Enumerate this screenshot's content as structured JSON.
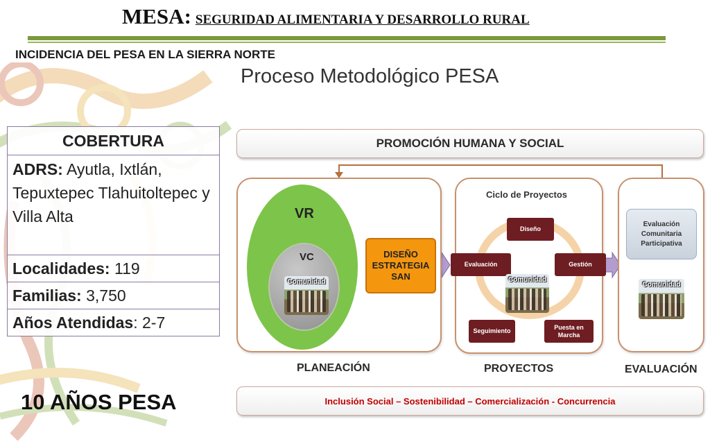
{
  "header": {
    "title_main": "MESA:",
    "title_sub": "SEGURIDAD ALIMENTARIA Y DESARROLLO RURAL",
    "subtitle": "INCIDENCIA DEL PESA EN LA SIERRA NORTE",
    "process_title": "Proceso Metodológico PESA"
  },
  "coverage": {
    "heading": "COBERTURA",
    "adrs_label": "ADRS:",
    "adrs_value": " Ayutla, Ixtlán, Tepuxtepec Tlahuitoltepec y Villa Alta",
    "localidades_label": "Localidades:",
    "localidades_value": " 119",
    "familias_label": "Familias:",
    "familias_value": " 3,750",
    "anos_label": "Años Atendidas",
    "anos_value": ": 2-7"
  },
  "footer_note": "10 AÑOS PESA",
  "diagram": {
    "top_bar": "PROMOCIÓN HUMANA Y SOCIAL",
    "vr": "VR",
    "vc": "VC",
    "photo_label": "Comunidad",
    "diseno_lines": [
      "DISEÑO",
      "ESTRATEGIA",
      "SAN"
    ],
    "ciclo_title": "Ciclo de Proyectos",
    "cycle": {
      "diseno": "Diseño",
      "evaluacion": "Evaluación",
      "gestion": "Gestión",
      "seguimiento": "Seguimiento",
      "puesta_lines": [
        "Puesta en",
        "Marcha"
      ]
    },
    "eval_lines": [
      "Evaluación",
      "Comunitaria",
      "Participativa"
    ],
    "phases": {
      "planeacion": "PLANEACIÓN",
      "proyectos": "PROYECTOS",
      "evaluacion": "EVALUACIÓN"
    },
    "bottom_bar": "Inclusión Social – Sostenibilidad – Comercialización - Concurrencia"
  },
  "colors": {
    "accent_green": "#7b9a3b",
    "vr_green": "#7dc44a",
    "diseno_orange": "#f4960e",
    "cycle_maroon": "#6e1d22",
    "bottom_text_red": "#c00000",
    "arrow_purple": "#b49ccf"
  }
}
